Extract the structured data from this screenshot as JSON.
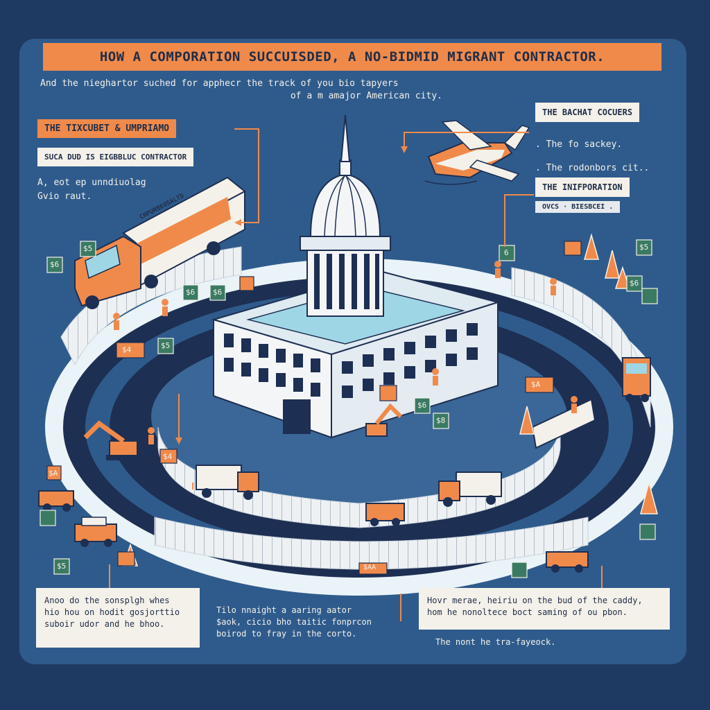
{
  "title": "HOW A COMPORATION SUCCUISDED, A NO-BIDMID MIGRANT CONTRACTOR.",
  "intro": {
    "line1": "And the nieghartor suched for apphecr the track of you bio tapyers",
    "line2": "of a m amajor American city."
  },
  "left_panel": {
    "tag_orange": "THE TIXCUBET & UMPRIAMO",
    "tag_white": "SUCA DUD IS EIGBBLUC CONTRACTOR",
    "text_line1": "A, eot ep unndiuolag",
    "text_line2": "Gvio raut."
  },
  "right_panel": {
    "tag1": "THE BACHAT COCUERS",
    "bullet1": ". The fo sackey.",
    "bullet2": ". The rodonbors cit..",
    "tag2": "THE INIFPORATION",
    "tag2_sub": "OVCS · BIESBCEI ."
  },
  "bottom": {
    "left_box_lines": [
      "Anoo do the sonsplgh whes",
      "hio hou on hodit gosjorttio",
      "suboir udor and he bhoo."
    ],
    "center_lines": [
      "Tilo nnaight a aaring aator",
      "$aok, cicio bho taitic fonprcon",
      "boirod to fray in the corto."
    ],
    "right_box_lines": [
      "Hovr merae, heiriu on the bud of the caddy,",
      "hom he nonoltece boct saming of ou pbon."
    ],
    "right_caption": "The nont he tra-fayeock."
  },
  "scene_signs": [
    "$6",
    "$5",
    "$6",
    "$6",
    "$4",
    "$5",
    "$A",
    "$5",
    "$4",
    "$6",
    "$5",
    "$A",
    "$AA",
    "6",
    "$6",
    "$8"
  ],
  "truck_label": "CHPURBEOSALTD",
  "colors": {
    "background": "#1f3a62",
    "poster": "#2f5b8c",
    "accent_orange": "#f08a4b",
    "cream": "#f4f1ea",
    "dark_navy": "#1f2d48",
    "road": "#1d2f52",
    "glass": "#9fd6e6"
  }
}
